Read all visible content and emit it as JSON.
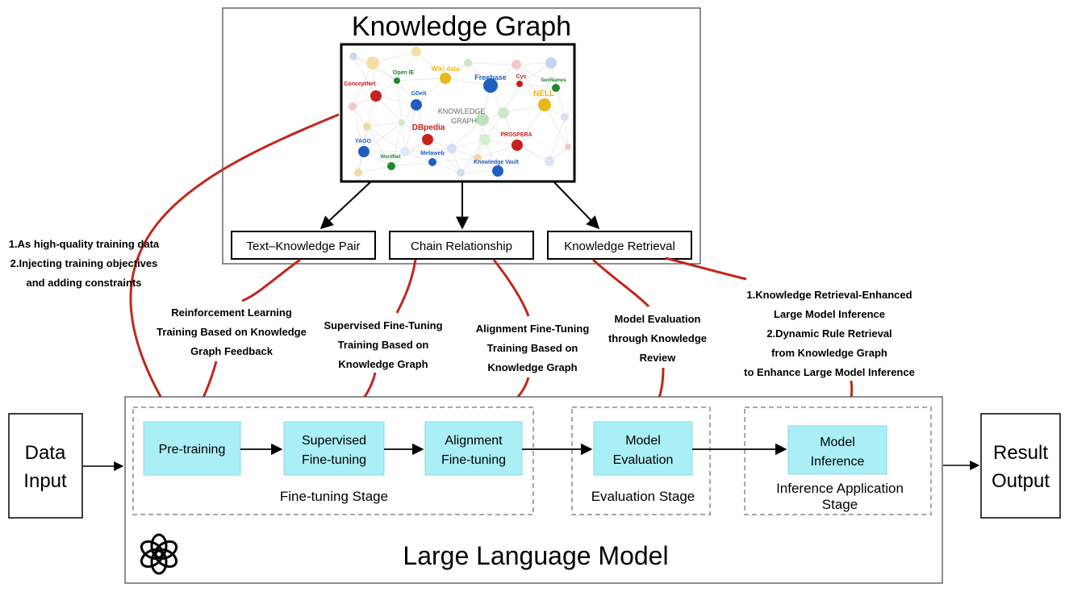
{
  "knowledge_graph": {
    "title": "Knowledge Graph",
    "center_label_line1": "KNOWLEDGE",
    "center_label_line2": "GRAPH",
    "sources": [
      {
        "label": "Wiki data",
        "color": "#e8b818"
      },
      {
        "label": "Freebase",
        "color": "#1f5fbf"
      },
      {
        "label": "Open IE",
        "color": "#1e8a2e"
      },
      {
        "label": "ConceptNet",
        "color": "#c8201c"
      },
      {
        "label": "Cyc",
        "color": "#c8201c"
      },
      {
        "label": "GeoNames",
        "color": "#1e8a2e"
      },
      {
        "label": "GDelt",
        "color": "#1f5fbf"
      },
      {
        "label": "NELL",
        "color": "#e8b818"
      },
      {
        "label": "DBpedia",
        "color": "#c8201c"
      },
      {
        "label": "PROSPERA",
        "color": "#c8201c"
      },
      {
        "label": "YAGO",
        "color": "#1f5fbf"
      },
      {
        "label": "WordNet",
        "color": "#1e8a2e"
      },
      {
        "label": "Metaweb",
        "color": "#1f5fbf"
      },
      {
        "label": "Knowledge Vault",
        "color": "#1f5fbf"
      }
    ],
    "outputs": [
      "Text–Knowledge Pair",
      "Chain Relationship",
      "Knowledge Retrieval"
    ]
  },
  "annotations": {
    "pretrain_note": [
      "1.As high-quality training data",
      "2.Injecting training objectives",
      "and adding constraints"
    ],
    "rl_note": [
      "Reinforcement Learning",
      "Training Based on Knowledge",
      "Graph Feedback"
    ],
    "sft_note": [
      "Supervised Fine-Tuning",
      "Training Based on",
      "Knowledge Graph"
    ],
    "align_note": [
      "Alignment Fine-Tuning",
      "Training Based on",
      "Knowledge Graph"
    ],
    "eval_note": [
      "Model Evaluation",
      "through Knowledge",
      "Review"
    ],
    "infer_note": [
      "1.Knowledge Retrieval-Enhanced",
      "Large Model Inference",
      "2.Dynamic Rule Retrieval",
      "from Knowledge Graph",
      "to Enhance Large Model Inference"
    ]
  },
  "io": {
    "input": [
      "Data",
      "Input"
    ],
    "output": [
      "Result",
      "Output"
    ]
  },
  "llm": {
    "title": "Large Language Model",
    "stages": [
      {
        "label": "Fine-tuning Stage"
      },
      {
        "label": "Evaluation Stage"
      },
      {
        "label": [
          "Inference Application",
          "Stage"
        ]
      }
    ],
    "steps": [
      {
        "label": [
          "Pre-training"
        ]
      },
      {
        "label": [
          "Supervised",
          "Fine-tuning"
        ]
      },
      {
        "label": [
          "Alignment",
          "Fine-tuning"
        ]
      },
      {
        "label": [
          "Model",
          "Evaluation"
        ]
      },
      {
        "label": [
          "Model",
          "Inference"
        ]
      }
    ]
  },
  "colors": {
    "step_fill": "#aaeef6",
    "red_arrow": "#c0281c",
    "box_border": "#333333",
    "dashed": "#a8a8a8"
  }
}
